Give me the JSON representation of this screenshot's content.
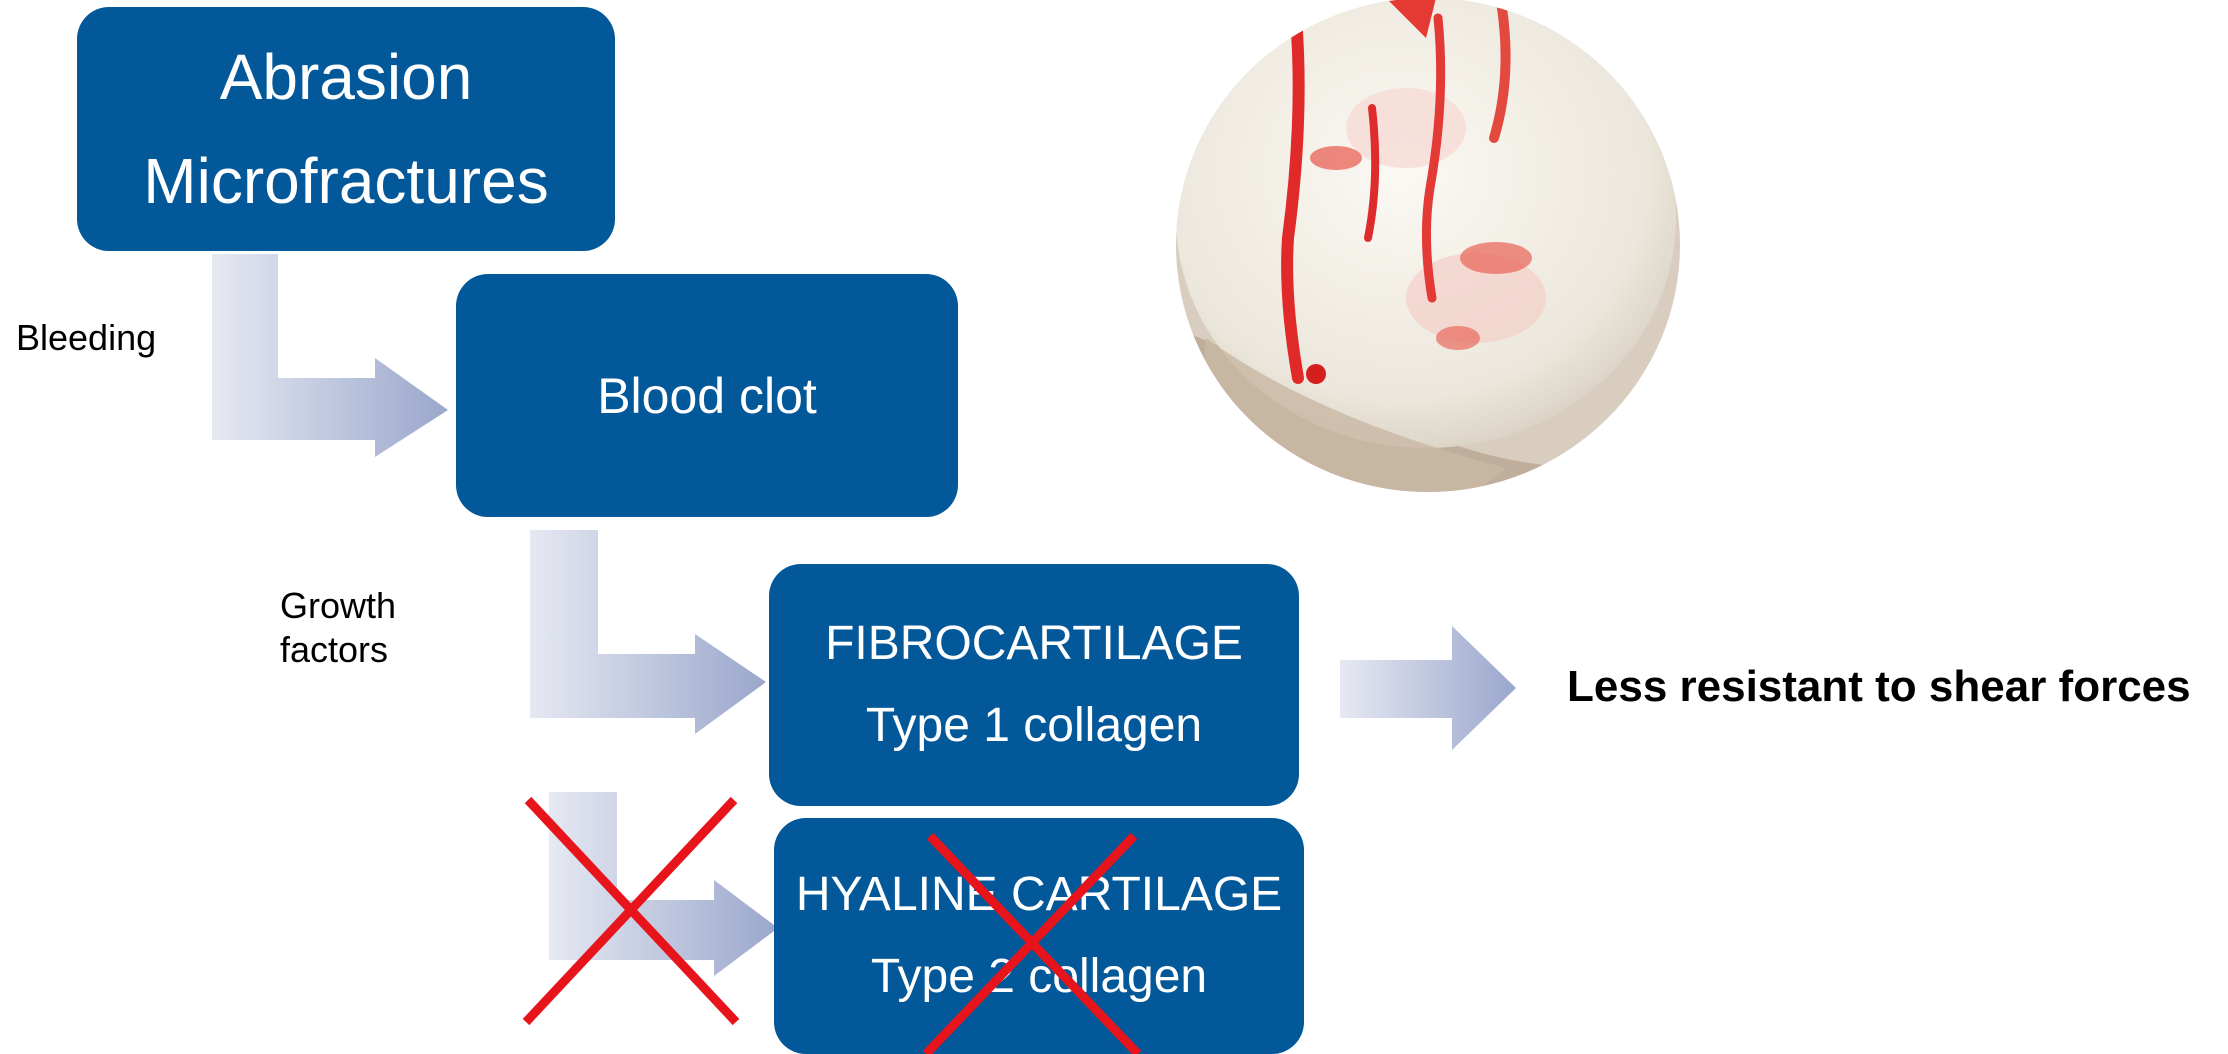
{
  "steps": {
    "abrasion": {
      "line1": "Abrasion",
      "line2": "Microfractures"
    },
    "clot": {
      "label": "Blood clot"
    },
    "fibro": {
      "line1": "FIBROCARTILAGE",
      "line2": "Type 1 collagen"
    },
    "hyaline": {
      "line1": "HYALINE CARTILAGE",
      "line2": "Type 2 collagen"
    }
  },
  "transitions": {
    "bleeding": "Bleeding",
    "growth_line1": "Growth",
    "growth_line2": "factors"
  },
  "outcome": "Less resistant to shear forces",
  "colors": {
    "box_fill": "#03589a",
    "arrow_light": "#e6e9f2",
    "arrow_dark": "#9aa7cc",
    "cross": "#e8141c"
  },
  "image": {
    "subject": "arthroscopic view of cartilage with bleeding microfractures"
  }
}
